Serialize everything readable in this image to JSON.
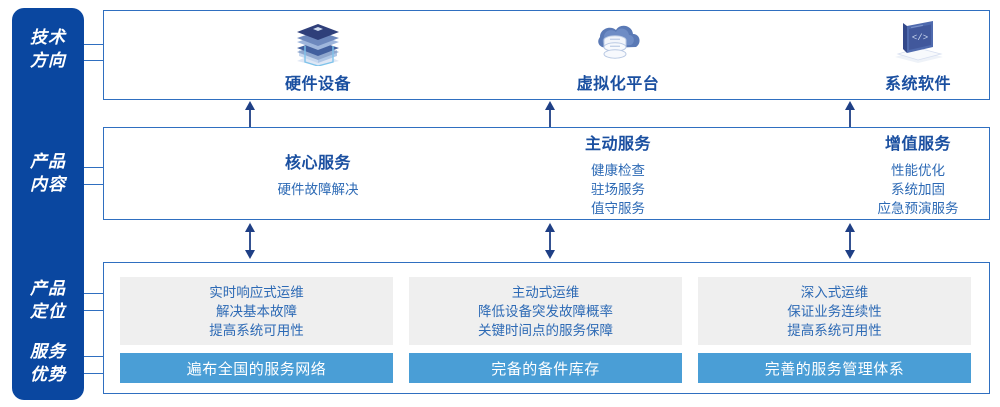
{
  "rail": {
    "sections": [
      {
        "id": "tech-direction",
        "lines": [
          "技术",
          "方向"
        ]
      },
      {
        "id": "product-content",
        "lines": [
          "产品",
          "内容"
        ]
      },
      {
        "id": "product-position",
        "lines": [
          "产品",
          "定位"
        ]
      },
      {
        "id": "service-advantage",
        "lines": [
          "服务",
          "优势"
        ]
      }
    ]
  },
  "tech": {
    "columns": [
      {
        "icon": "server-stack-icon",
        "title": "硬件设备"
      },
      {
        "icon": "cloud-database-icon",
        "title": "虚拟化平台"
      },
      {
        "icon": "laptop-code-icon",
        "title": "系统软件"
      }
    ]
  },
  "content": {
    "columns": [
      {
        "heading": "核心服务",
        "items": [
          "硬件故障解决"
        ]
      },
      {
        "heading": "主动服务",
        "items": [
          "健康检查",
          "驻场服务",
          "值守服务"
        ]
      },
      {
        "heading": "增值服务",
        "items": [
          "性能优化",
          "系统加固",
          "应急预演服务"
        ]
      }
    ]
  },
  "bottom": {
    "columns": [
      {
        "position_lines": [
          "实时响应式运维",
          "解决基本故障",
          "提高系统可用性"
        ],
        "advantage": "遍布全国的服务网络"
      },
      {
        "position_lines": [
          "主动式运维",
          "降低设备突发故障概率",
          "关键时间点的服务保障"
        ],
        "advantage": "完备的备件库存"
      },
      {
        "position_lines": [
          "深入式运维",
          "保证业务连续性",
          "提高系统可用性"
        ],
        "advantage": "完善的服务管理体系"
      }
    ]
  },
  "arrows": {
    "up_single": "arrow-up-icon",
    "double": "arrow-up-down-icon"
  },
  "colors": {
    "rail_blue": "#0a47a0",
    "panel_border": "#2f6fc0",
    "heading_blue": "#1a4fa0",
    "body_blue": "#2d6ab5",
    "card_gray": "#efefef",
    "advantage_blue": "#4a9ed6"
  }
}
